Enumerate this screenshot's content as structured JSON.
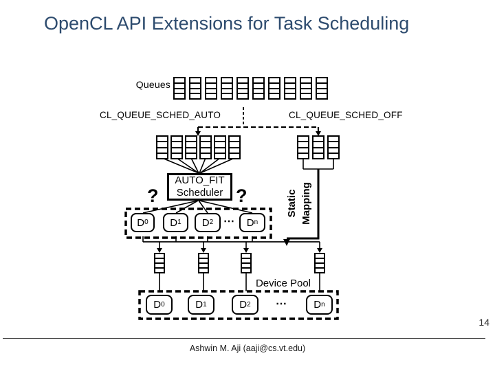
{
  "slide": {
    "title": "OpenCL API Extensions for Task Scheduling",
    "title_color": "#2D4B6E",
    "page_number": "14",
    "footer": "Ashwin M. Aji (aaji@cs.vt.edu)"
  },
  "diagram": {
    "ink_color": "#000000",
    "queues_label": "Queues",
    "top_queue_count": 10,
    "left_branch": {
      "label": "CL_QUEUE_SCHED_AUTO",
      "queue_count": 6,
      "scheduler_line1": "AUTO_FIT",
      "scheduler_line2": "Scheduler",
      "question_mark": "?",
      "devices": [
        {
          "base": "D",
          "sub": "0"
        },
        {
          "base": "D",
          "sub": "1"
        },
        {
          "base": "D",
          "sub": "2"
        },
        {
          "dots": "⋯"
        },
        {
          "base": "D",
          "sub": "n"
        }
      ]
    },
    "right_branch": {
      "label": "CL_QUEUE_SCHED_OFF",
      "queue_count": 3,
      "mapping_line1": "Static",
      "mapping_line2": "Mapping"
    },
    "device_queue_count": 4,
    "device_pool": {
      "label": "Device Pool",
      "devices": [
        {
          "base": "D",
          "sub": "0"
        },
        {
          "base": "D",
          "sub": "1"
        },
        {
          "base": "D",
          "sub": "2"
        },
        {
          "dots": "⋯"
        },
        {
          "base": "D",
          "sub": "n"
        }
      ]
    }
  }
}
